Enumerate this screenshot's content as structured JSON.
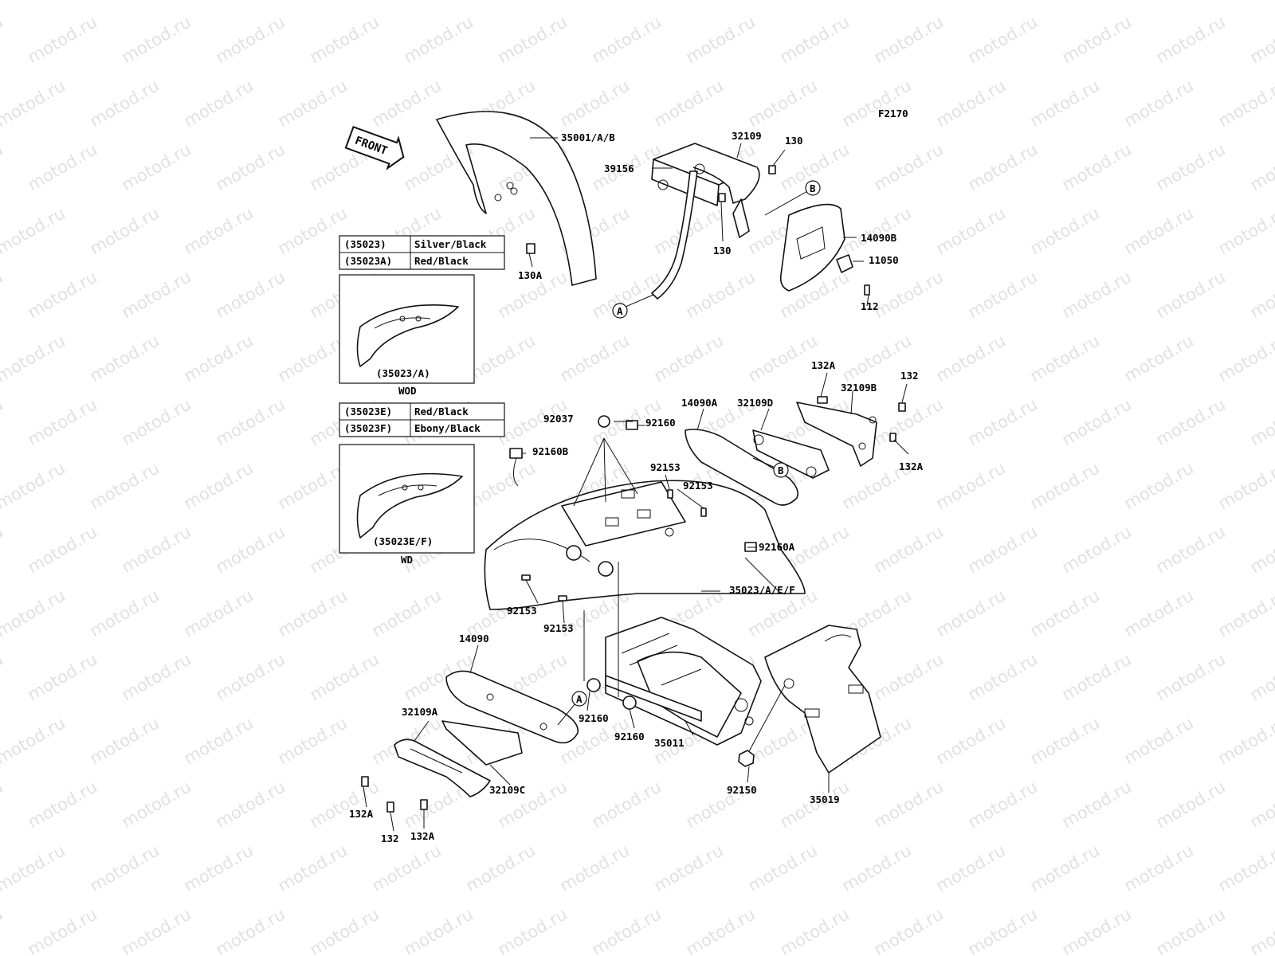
{
  "figure_code": "F2170",
  "front_arrow_label": "FRONT",
  "watermark": "motod.ru",
  "watermark_color": "#c9c9c9",
  "tables": [
    {
      "rows": [
        {
          "code": "(35023)",
          "color": "Silver/Black"
        },
        {
          "code": "(35023A)",
          "color": "Red/Black"
        }
      ]
    },
    {
      "rows": [
        {
          "code": "(35023E)",
          "color": "Red/Black"
        },
        {
          "code": "(35023F)",
          "color": "Ebony/Black"
        }
      ]
    }
  ],
  "insets": [
    {
      "part": "(35023/A)",
      "variant": "WOD"
    },
    {
      "part": "(35023E/F)",
      "variant": "WD"
    }
  ],
  "callouts": {
    "A": "A",
    "B": "B"
  },
  "labels": {
    "p35001": "35001/A/B",
    "p130A": "130A",
    "p32109": "32109",
    "p130_top": "130",
    "p39156": "39156",
    "p130_mid": "130",
    "p14090B": "14090B",
    "p11050": "11050",
    "p112": "112",
    "p132A_a": "132A",
    "p32109B": "32109B",
    "p132_a": "132",
    "p14090A": "14090A",
    "p32109D": "32109D",
    "p132A_b": "132A",
    "p92037": "92037",
    "p92160_a": "92160",
    "p92160B": "92160B",
    "p92153_a": "92153",
    "p92153_b": "92153",
    "p92160A": "92160A",
    "p35023AEF": "35023/A/E/F",
    "p92153_c": "92153",
    "p92153_d": "92153",
    "p14090": "14090",
    "p32109A": "32109A",
    "p92160_b": "92160",
    "p92160_c": "92160",
    "p35011": "35011",
    "p32109C": "32109C",
    "p132A_c": "132A",
    "p132_b": "132",
    "p132A_d": "132A",
    "p92150": "92150",
    "p35019": "35019"
  }
}
